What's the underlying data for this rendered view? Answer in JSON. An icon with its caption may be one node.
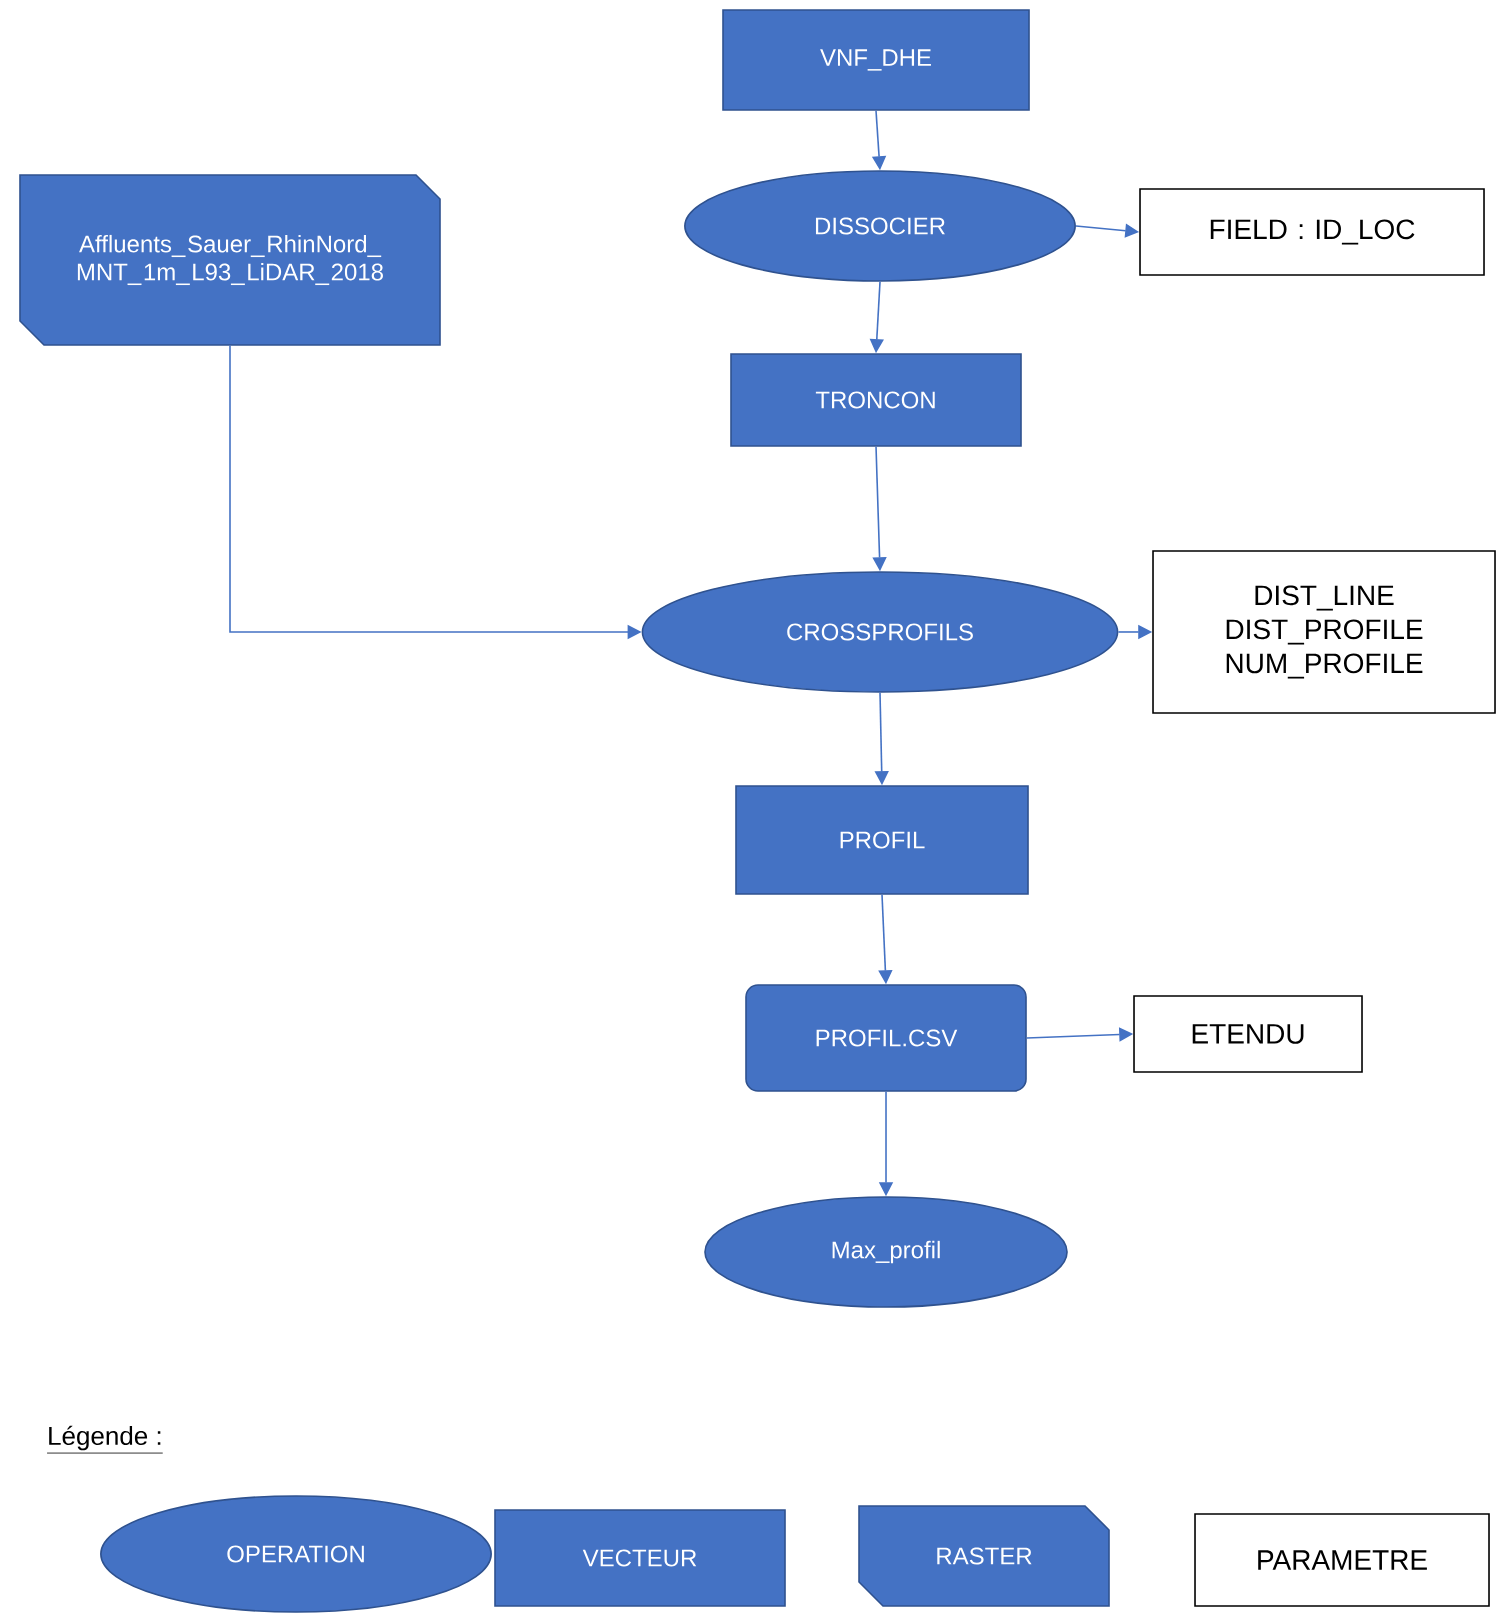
{
  "diagram": {
    "nodes": [
      {
        "text": [
          "VNF_DHE"
        ]
      },
      {
        "text": [
          "DISSOCIER"
        ]
      },
      {
        "text": [
          "FIELD : ID_LOC"
        ]
      },
      {
        "text": [
          "Affluents_Sauer_RhinNord_MNT_1m_L93_LiDAR_2018"
        ]
      },
      {
        "text": [
          "TRONCON"
        ]
      },
      {
        "text": [
          "CROSSPROFILS"
        ]
      },
      {
        "text": [
          "DIST_LINE",
          "DIST_PROFILE",
          "NUM_PROFILE"
        ]
      },
      {
        "text": [
          "PROFIL"
        ]
      },
      {
        "text": [
          "PROFIL.CSV"
        ]
      },
      {
        "text": [
          "ETENDU"
        ]
      },
      {
        "text": [
          "Max_profil"
        ]
      }
    ],
    "edges": [
      {
        "from": 0,
        "to": 1,
        "arrow": "to"
      },
      {
        "from": 1,
        "to": 2,
        "arrow": "to"
      },
      {
        "from": 1,
        "to": 4,
        "arrow": "to"
      },
      {
        "from": 4,
        "to": 5,
        "arrow": "to"
      },
      {
        "from": 3,
        "to": 5,
        "arrow": "to"
      },
      {
        "from": 5,
        "to": 6,
        "arrow": "to"
      },
      {
        "from": 5,
        "to": 7,
        "arrow": "to"
      },
      {
        "from": 7,
        "to": 8,
        "arrow": "to"
      },
      {
        "from": 8,
        "to": 9,
        "arrow": "to"
      },
      {
        "from": 8,
        "to": 10,
        "arrow": "to"
      }
    ],
    "labels": [
      "Légende :"
    ],
    "legend": [
      {
        "text": "OPERATION"
      },
      {
        "text": "VECTEUR"
      },
      {
        "text": "RASTER"
      },
      {
        "text": "PARAMETRE"
      }
    ]
  }
}
